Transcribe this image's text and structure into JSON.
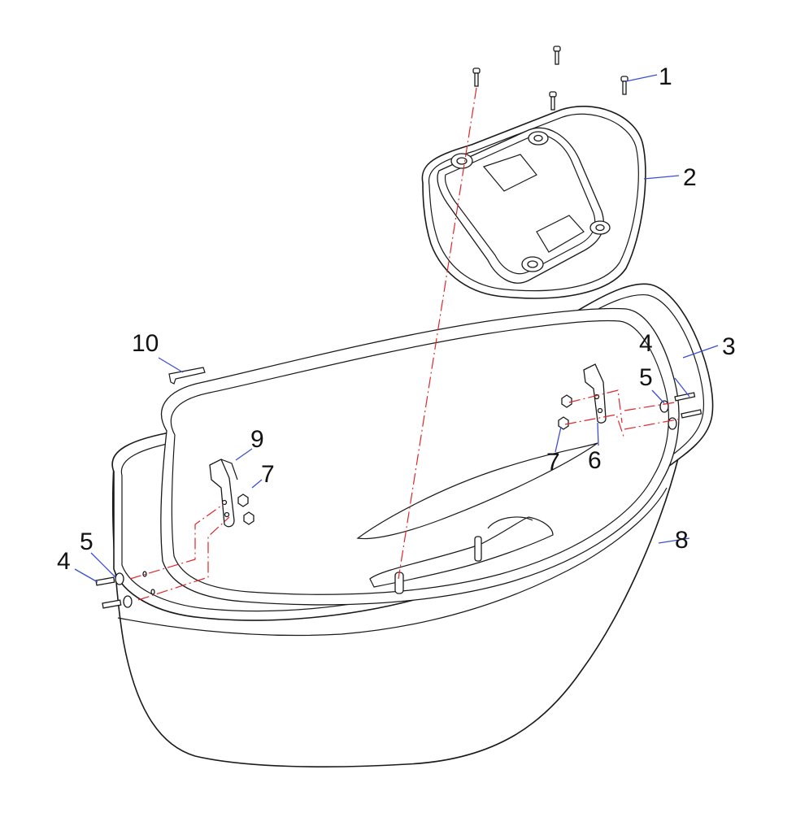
{
  "callouts": {
    "c1": "1",
    "c2": "2",
    "c3": "3",
    "c4_right": "4",
    "c5_right": "5",
    "c6": "6",
    "c7_right": "7",
    "c8": "8",
    "c9": "9",
    "c7_left": "7",
    "c10": "10",
    "c5_left": "5",
    "c4_left": "4"
  },
  "colors": {
    "line": "#1a1a1a",
    "centerline": "#e0262a",
    "leader": "#3a4fd0"
  }
}
